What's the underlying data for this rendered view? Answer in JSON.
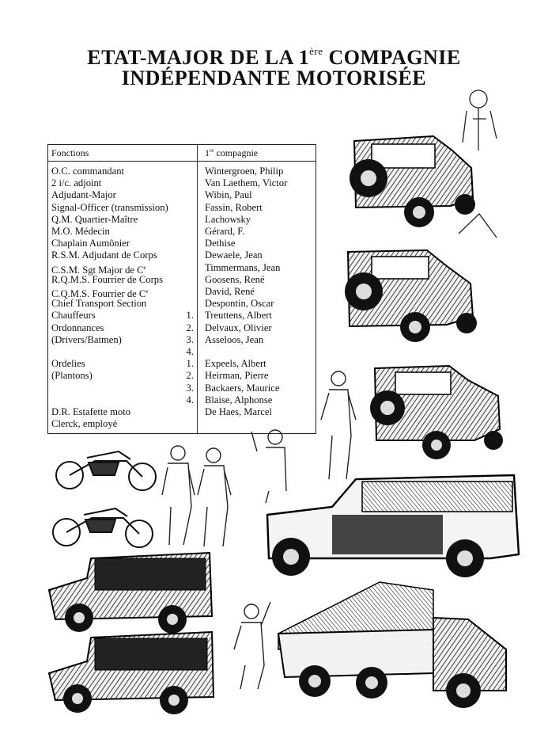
{
  "title": {
    "line1_a": "ETAT-MAJOR DE LA 1",
    "line1_sup": "ère",
    "line1_b": " COMPAGNIE",
    "line2": "INDÉPENDANTE MOTORISÉE"
  },
  "table": {
    "header_fonctions": "Fonctions",
    "header_compagnie_num": "1",
    "header_compagnie_sup": "re",
    "header_compagnie_rest": " compagnie",
    "rows": [
      {
        "fonction": "O.C. commandant",
        "num": "",
        "nom": "Wintergroen, Philip"
      },
      {
        "fonction": "2 i/c. adjoint",
        "num": "",
        "nom": "Van Laethem, Victor"
      },
      {
        "fonction": "Adjudant-Major",
        "num": "",
        "nom": "Wibin, Paul"
      },
      {
        "fonction": "Signal-Officer (transmission)",
        "num": "",
        "nom": "Fassin, Robert"
      },
      {
        "fonction": "Q.M. Quartier-Maître",
        "num": "",
        "nom": "Lachowsky"
      },
      {
        "fonction": "M.O. Médecin",
        "num": "",
        "nom": "Gérard, F."
      },
      {
        "fonction": "Chaplain Aumônier",
        "num": "",
        "nom": "Dethise"
      },
      {
        "fonction": "R.S.M. Adjudant de Corps",
        "num": "",
        "nom": "Dewaele, Jean"
      },
      {
        "fonction": "C.S.M. Sgt Major de C",
        "fonction_sup": "e",
        "num": "",
        "nom": "Timmermans, Jean"
      },
      {
        "fonction": "R.Q.M.S. Fourrier de Corps",
        "num": "",
        "nom": "Goosens, René"
      },
      {
        "fonction": "C.Q.M.S. Fourrier de C",
        "fonction_sup": "e",
        "num": "",
        "nom": "David, René"
      },
      {
        "fonction": "Chief Transport Section",
        "num": "",
        "nom": "Despontin, Oscar"
      },
      {
        "fonction": "Chauffeurs",
        "num": "1.",
        "nom": "Treuttens, Albert"
      },
      {
        "fonction": "Ordonnances",
        "num": "2.",
        "nom": "Delvaux, Olivier"
      },
      {
        "fonction": "(Drivers/Batmen)",
        "num": "3.",
        "nom": "Asseloos, Jean"
      },
      {
        "fonction": "",
        "num": "4.",
        "nom": ""
      },
      {
        "fonction": "Ordelies",
        "num": "1.",
        "nom": "Expeels, Albert"
      },
      {
        "fonction": "(Plantons)",
        "num": "2.",
        "nom": "Heirman, Pierre"
      },
      {
        "fonction": "",
        "num": "3.",
        "nom": "Backaers, Maurice"
      },
      {
        "fonction": "",
        "num": "4.",
        "nom": "Blaise, Alphonse"
      },
      {
        "fonction": "D.R. Estafette moto",
        "num": "",
        "nom": "De Haes, Marcel"
      },
      {
        "fonction": "Clerck, employé",
        "num": "",
        "nom": ""
      }
    ]
  },
  "illustrations": [
    "jeep-illustration",
    "jeep-illustration",
    "jeep-illustration",
    "motorcycle-illustration",
    "motorcycle-illustration",
    "soldier-illustration",
    "station-wagon-illustration",
    "covered-truck-illustration",
    "covered-truck-illustration",
    "cargo-truck-illustration"
  ]
}
